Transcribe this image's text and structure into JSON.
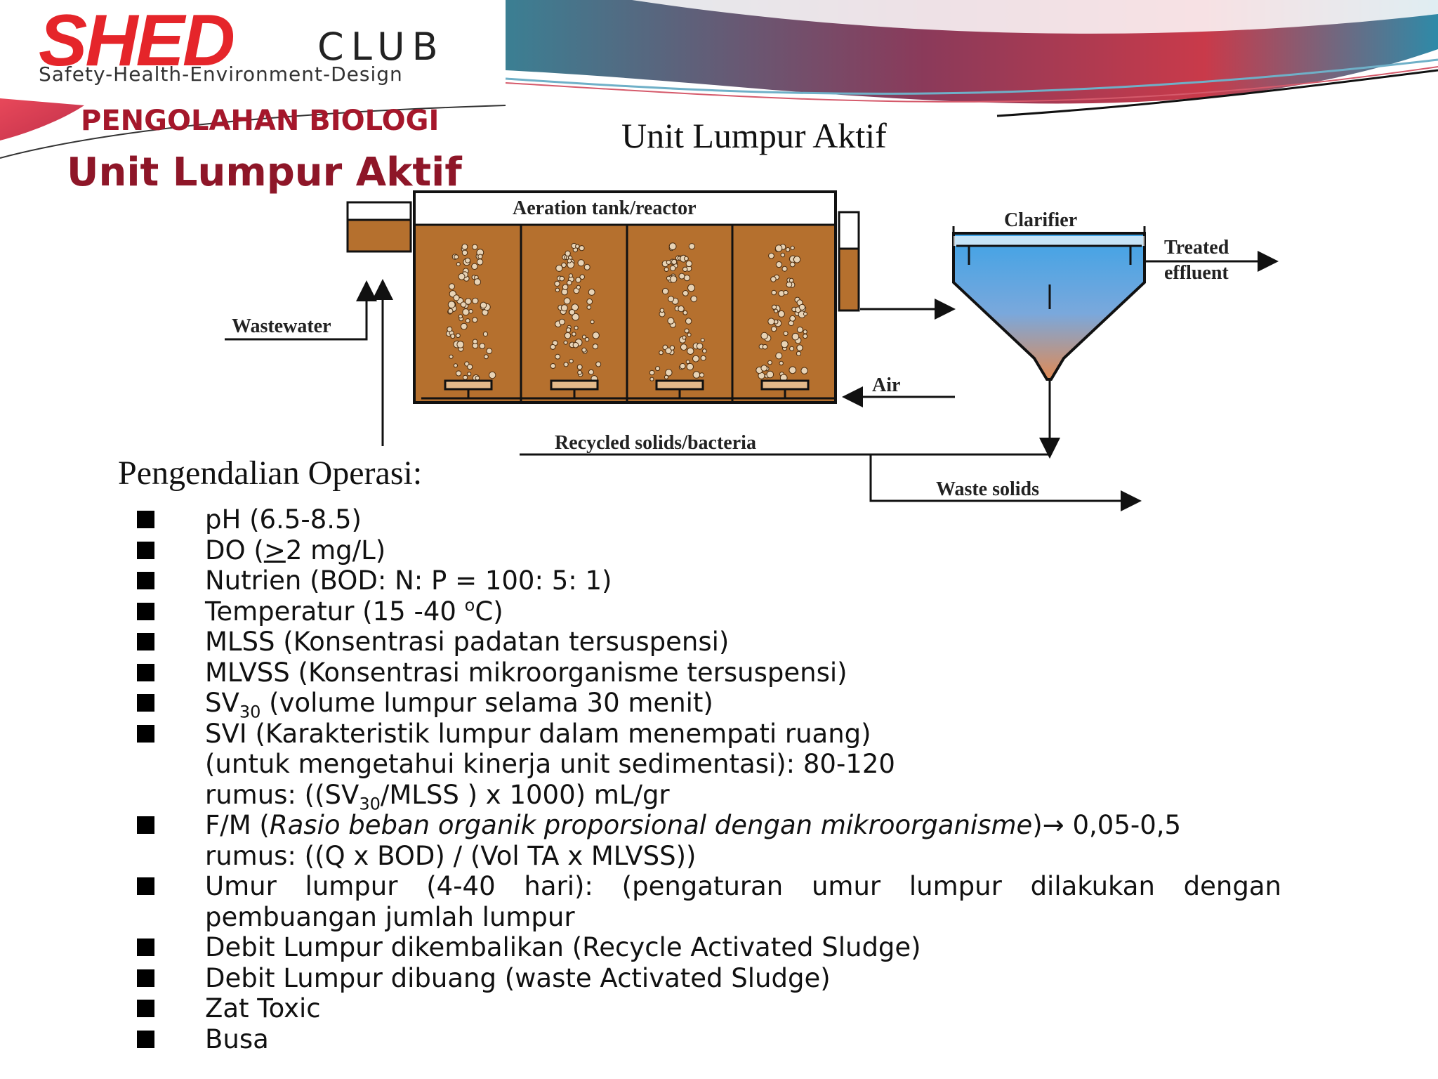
{
  "header": {
    "logo_main": "SHED",
    "logo_club": "CLUB",
    "logo_tagline": "Safety-Health-Environment-Design",
    "section_title": "PENGOLAHAN BIOLOGI",
    "page_title": "Unit Lumpur Aktif"
  },
  "diagram": {
    "title": "Unit Lumpur Aktif",
    "labels": {
      "aeration": "Aeration tank/reactor",
      "clarifier": "Clarifier",
      "treated1": "Treated",
      "treated2": "effluent",
      "wastewater": "Wastewater",
      "air": "Air",
      "recycled": "Recycled solids/bacteria",
      "waste_solids": "Waste solids"
    },
    "colors": {
      "sludge": "#b5702e",
      "clarifier": "#4aa9e8",
      "line": "#111111"
    }
  },
  "operations": {
    "title": "Pengendalian Operasi:",
    "items": [
      {
        "text": "pH (6.5-8.5)"
      },
      {
        "a": "DO (",
        "u": ">",
        "b": "2 mg/L)"
      },
      {
        "text": "Nutrien (BOD: N: P = 100: 5: 1)"
      },
      {
        "a": "Temperatur (15 -40 ",
        "sup": "o",
        "b": "C)"
      },
      {
        "text": "MLSS (Konsentrasi padatan tersuspensi)"
      },
      {
        "text": "MLVSS (Konsentrasi mikroorganisme tersuspensi)"
      },
      {
        "a": "SV",
        "sub": "30",
        "b": " (volume lumpur selama 30 menit)"
      },
      {
        "line1": "SVI (Karakteristik lumpur dalam menempati ruang)",
        "line2": "(untuk mengetahui kinerja unit sedimentasi): 80-120",
        "line3a": "rumus: ((SV",
        "line3sub": "30",
        "line3b": "/MLSS ) x 1000) mL/gr"
      },
      {
        "a": "F/M (",
        "ital": "Rasio beban organik proporsional dengan mikroorganisme",
        "b": ")→ 0,05-0,5",
        "line2": "rumus: ((Q x BOD) / (Vol TA x MLVSS))"
      },
      {
        "line1": "Umur lumpur (4-40 hari): (pengaturan umur lumpur dilakukan dengan",
        "line2": "pembuangan jumlah lumpur"
      },
      {
        "text": "Debit Lumpur dikembalikan (Recycle Activated Sludge)"
      },
      {
        "text": "Debit Lumpur dibuang (waste Activated Sludge)"
      },
      {
        "text": "Zat Toxic"
      },
      {
        "text": "Busa"
      }
    ]
  }
}
